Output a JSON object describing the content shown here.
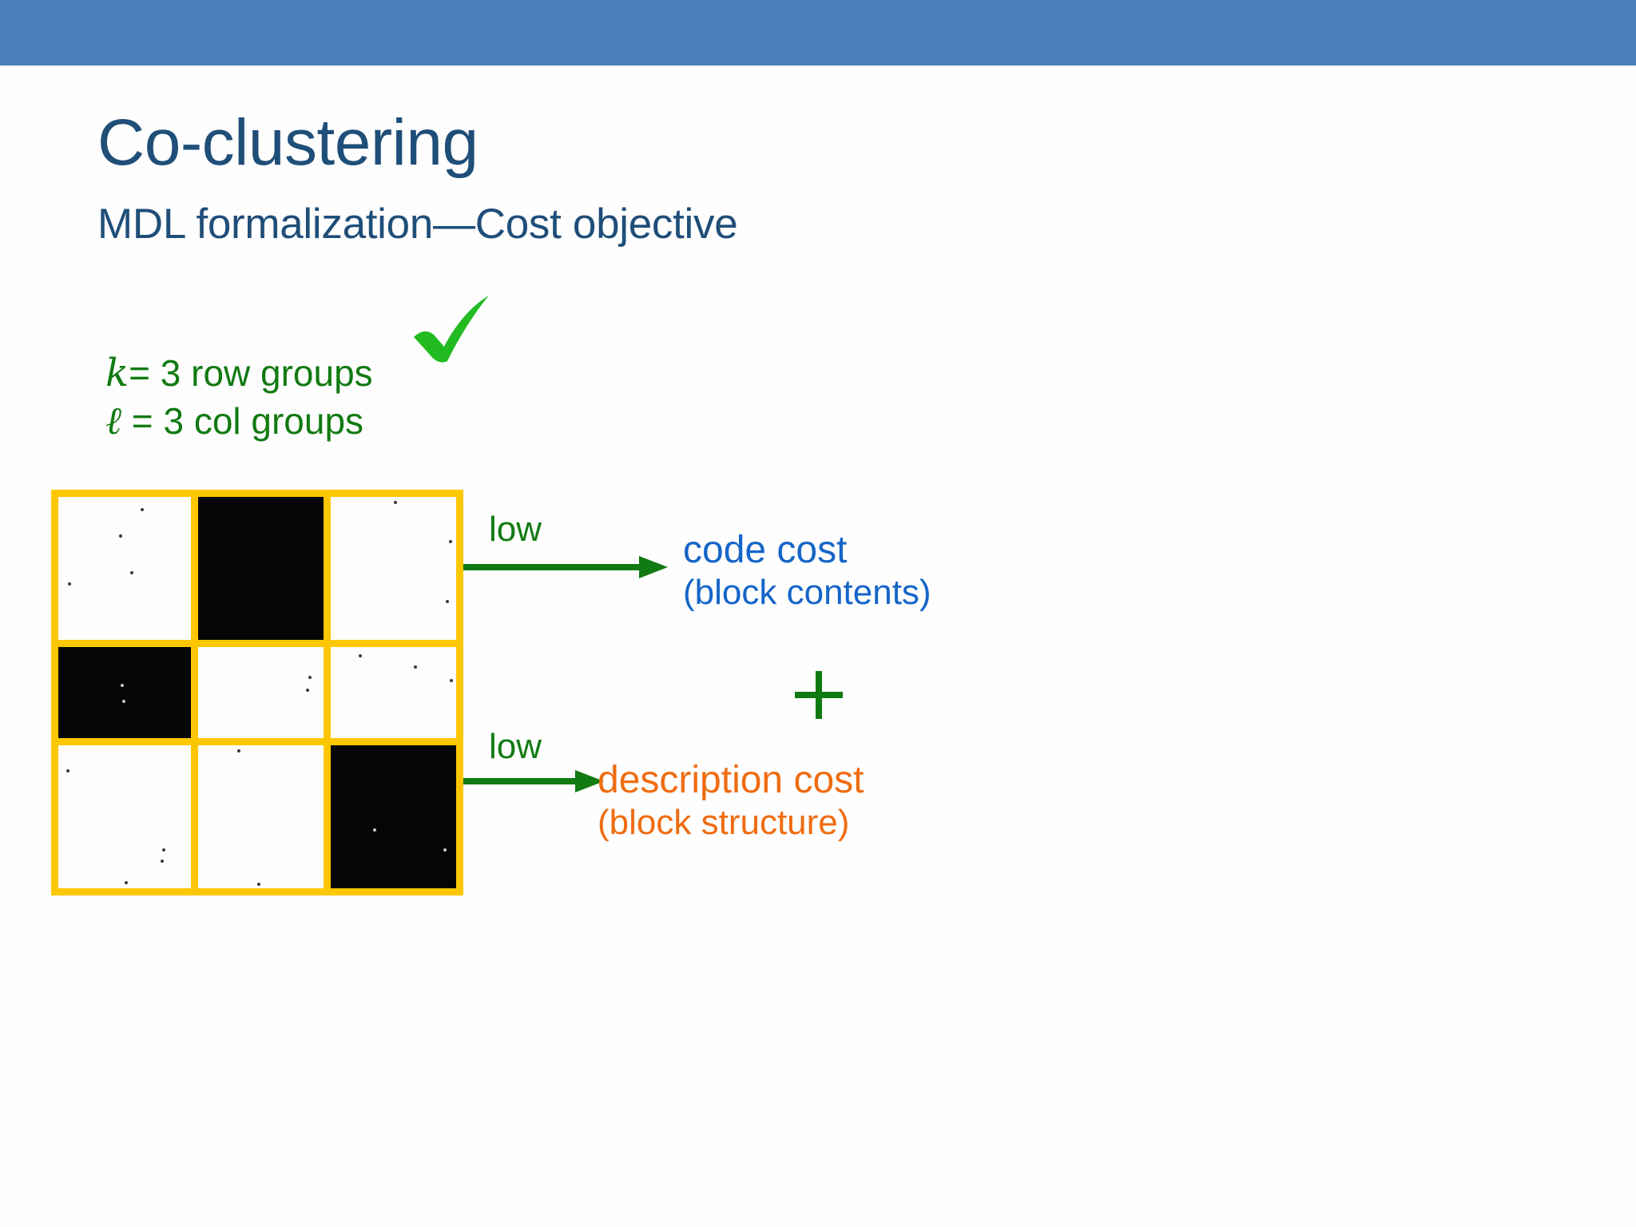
{
  "slide": {
    "title": "Co-clustering",
    "subtitle": "MDL formalization—Cost objective",
    "header_bar_color": "#4a7ebb",
    "title_color": "#1f4e79",
    "background_color": "#fefefe"
  },
  "annotation": {
    "checkmark_icon": "check-icon",
    "checkmark_color": "#22bb22",
    "green_color": "#127a12",
    "row_groups": {
      "symbol": "k",
      "equals": "=",
      "value": "3",
      "text": "row groups",
      "full": "k = 3 row groups"
    },
    "col_groups": {
      "symbol": "ℓ",
      "equals": "=",
      "value": "3",
      "text": "col groups",
      "full": "ℓ = 3 col groups"
    }
  },
  "matrix": {
    "rows": 3,
    "cols": 3,
    "border_color": "#fdc700",
    "dense_color": "#050505",
    "sparse_color": "#fdfdfb",
    "blocks": [
      [
        "sparse",
        "dense",
        "sparse"
      ],
      [
        "dense",
        "sparse",
        "sparse"
      ],
      [
        "sparse",
        "sparse",
        "dense"
      ]
    ]
  },
  "callouts": [
    {
      "low_label": "low",
      "arrow_icon": "arrow-right-icon",
      "arrow_color": "#127a12",
      "headline": "code cost",
      "sub": "(block contents)",
      "color": "#1565c8"
    },
    {
      "low_label": "low",
      "arrow_icon": "arrow-right-icon",
      "arrow_color": "#127a12",
      "headline": "description cost",
      "sub": "(block structure)",
      "color": "#ef6c11"
    }
  ],
  "operator": {
    "symbol": "+",
    "icon": "plus-icon",
    "color": "#127a12"
  }
}
